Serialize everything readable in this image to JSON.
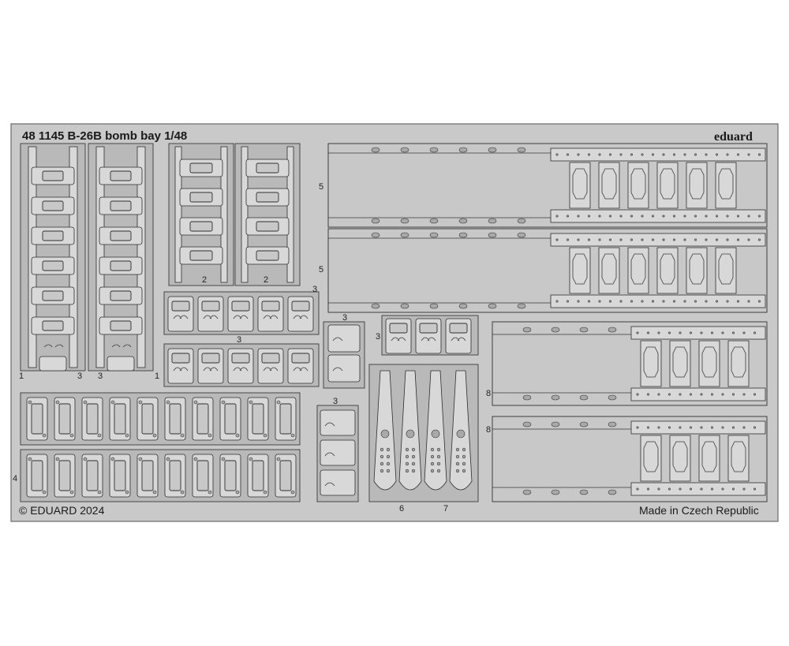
{
  "sheet": {
    "title": "48 1145 B-26B bomb bay 1/48",
    "brand": "eduard",
    "copyright": "© EDUARD 2024",
    "origin": "Made in Czech Republic"
  },
  "part_numbers": {
    "p1a": "1",
    "p1b": "1",
    "p2a": "2",
    "p2b": "2",
    "p3a": "3",
    "p3b": "3",
    "p3c": "3",
    "p3d": "3",
    "p3e": "3",
    "p3f": "3",
    "p3g": "3",
    "p4": "4",
    "p5a": "5",
    "p5b": "5",
    "p6": "6",
    "p7": "7",
    "p8a": "8",
    "p8b": "8"
  },
  "colors": {
    "sheet": "#c9c9c9",
    "part": "#c8c8c8",
    "outline": "#2f2f2f"
  }
}
